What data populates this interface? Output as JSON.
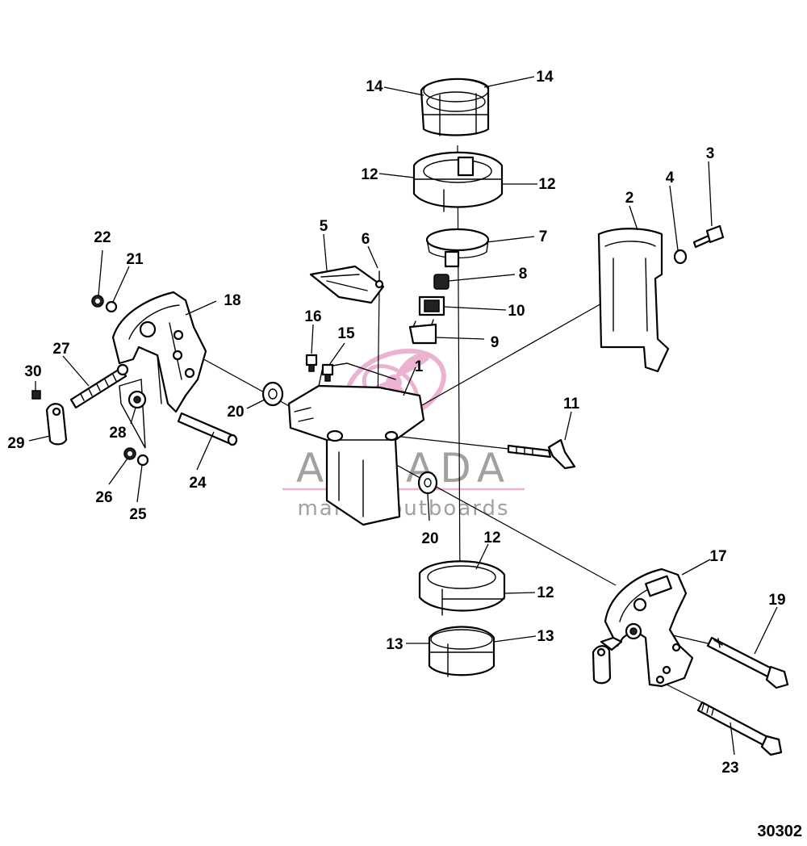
{
  "diagram": {
    "figure_number": "30302",
    "callouts": [
      "1",
      "2",
      "3",
      "4",
      "5",
      "6",
      "7",
      "8",
      "9",
      "10",
      "11",
      "12",
      "12",
      "12",
      "12",
      "13",
      "13",
      "14",
      "14",
      "15",
      "16",
      "17",
      "18",
      "19",
      "20",
      "20",
      "21",
      "22",
      "23",
      "24",
      "25",
      "26",
      "27",
      "28",
      "29",
      "30"
    ]
  },
  "watermark": {
    "brand": "ARMADA",
    "tagline": "marine outboards",
    "colors": {
      "accent": "#e8a0c8",
      "text": "#8a8a8a"
    }
  }
}
